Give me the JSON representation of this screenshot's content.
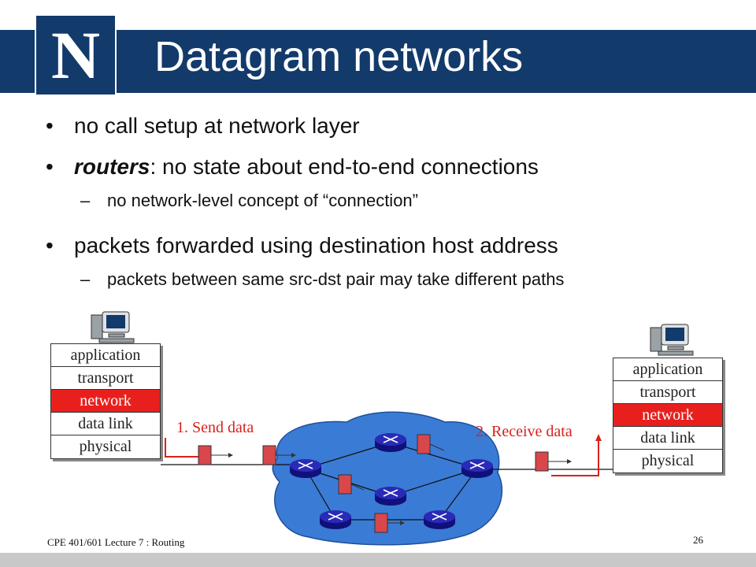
{
  "slide": {
    "title": "Datagram networks",
    "logo_letter": "N"
  },
  "bullets": [
    {
      "text": "no call setup at network layer"
    },
    {
      "emph": "routers",
      "text": ": no state about end-to-end connections"
    },
    {
      "sub": "no network-level concept of “connection”"
    },
    {
      "text": "packets forwarded using destination host address"
    },
    {
      "sub": "packets between same src-dst pair may take different paths"
    }
  ],
  "diagram": {
    "left_stack": [
      "application",
      "transport",
      "network",
      "data link",
      "physical"
    ],
    "right_stack": [
      "application",
      "transport",
      "network",
      "data link",
      "physical"
    ],
    "send_label": "1. Send data",
    "receive_label": "2. Receive data"
  },
  "footer": {
    "course": "CPE 401/601 Lecture 7 : Routing",
    "page": "26"
  },
  "colors": {
    "title_bar": "#123a6b",
    "network_layer": "#e8201d",
    "cloud": "#3a7bd5",
    "router": "#1c1c9a",
    "packet": "#d8474a"
  }
}
